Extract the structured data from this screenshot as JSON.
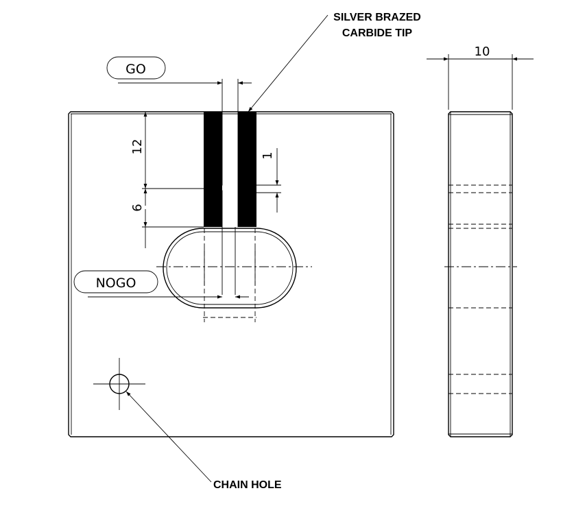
{
  "annotations": {
    "silver_brazed": "SILVER BRAZED",
    "carbide_tip": "CARBIDE TIP",
    "chain_hole": "CHAIN HOLE"
  },
  "tags": {
    "go": "GO",
    "nogo": "NOGO"
  },
  "dimensions": {
    "thickness": "10",
    "slot_depth": "12",
    "lower_depth": "6",
    "step": "1"
  },
  "colors": {
    "line": "#000000",
    "background": "#ffffff"
  }
}
